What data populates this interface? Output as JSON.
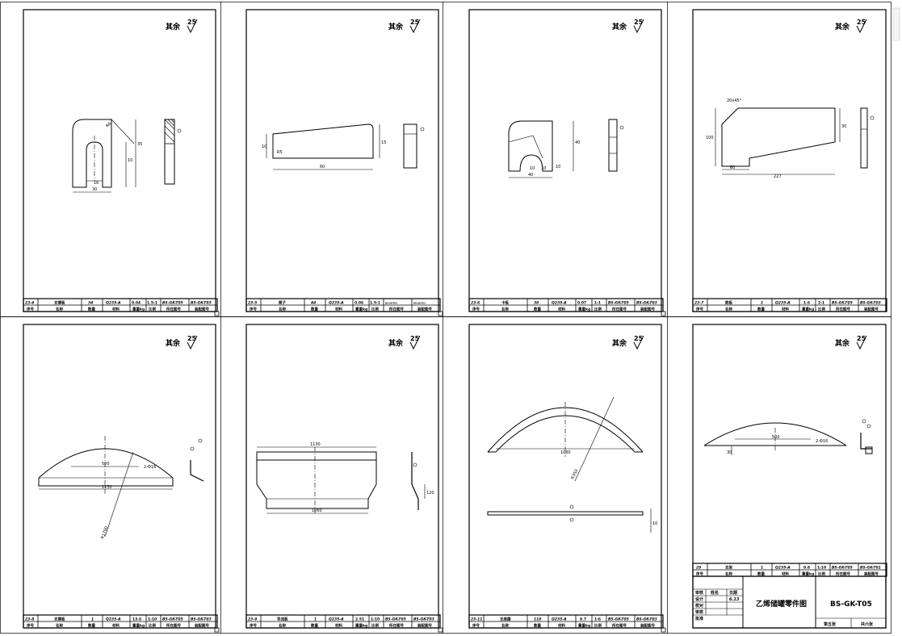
{
  "common": {
    "roughness_label": "其余",
    "roughness_value": "25",
    "header_labels": [
      "序号",
      "名称",
      "数量",
      "材料",
      "重量kg",
      "比例",
      "所在图号",
      "装配图号"
    ]
  },
  "sheets": [
    {
      "title_row": [
        "23-4",
        "支撑板",
        "34",
        "Q235-A",
        "0.04",
        "1.5:1",
        "BS-GK-T05",
        "BS-GK-T03"
      ],
      "dims": {
        "a": "30",
        "b": "16",
        "c": "35",
        "d": "10",
        "e": "R6"
      }
    },
    {
      "title_row": [
        "23-5",
        "楔子",
        "44",
        "Q235-A",
        "0.06",
        "1.5:1",
        "BS-GK-T05",
        "BS-GK-T03"
      ],
      "dims": {
        "a": "60",
        "b": "10",
        "c": "15",
        "d": "R5"
      }
    },
    {
      "title_row": [
        "23-6",
        "卡板",
        "30",
        "Q235-A",
        "0.07",
        "1:1",
        "BS-GK-T05",
        "BS-GK-T03"
      ],
      "dims": {
        "a": "40",
        "b": "40",
        "c": "10",
        "d": "10",
        "e": "10"
      }
    },
    {
      "title_row": [
        "23-7",
        "筋板",
        "1",
        "Q235-A",
        "1.6",
        "2:1",
        "BS-GK-T05",
        "BS-GK-T03"
      ],
      "dims": {
        "a": "227",
        "b": "60",
        "c": "20x45°",
        "d": "100",
        "e": "30"
      }
    },
    {
      "title_row": [
        "23-8",
        "支撑板",
        "1",
        "Q235-A",
        "13.6",
        "1:10",
        "BS-GK-T05",
        "BS-GK-T03"
      ],
      "dims": {
        "a": "1130",
        "b": "500",
        "c": "2-Φ16",
        "d": "R1790"
      }
    },
    {
      "title_row": [
        "23-9",
        "导流板",
        "1",
        "Q235-A",
        "2.51",
        "1:10",
        "BS-GK-T05",
        "BS-GK-T03"
      ],
      "dims": {
        "a": "1130",
        "b": "1060",
        "c": "120"
      }
    },
    {
      "title_row": [
        "23-11",
        "支座圈",
        "110",
        "Q235-A",
        "9.7",
        "1:6",
        "BS-GK-T05",
        "BS-GK-T03"
      ],
      "dims": {
        "a": "1060",
        "b": "R350",
        "c": "10"
      }
    },
    {
      "title_row": [
        "29",
        "支架",
        "1",
        "Q235-A",
        "9.8",
        "1:10",
        "BS-GK-T05",
        "BS-GK-T01"
      ],
      "dims": {
        "a": "500",
        "b": "2-Φ16",
        "c": "30"
      }
    }
  ],
  "final_block": {
    "design_labels": [
      "审核",
      "设计",
      "校对",
      "审核",
      "批准"
    ],
    "col_labels": [
      "姓名",
      "日期"
    ],
    "date": "6.13",
    "drawing_title": "乙烯储罐零件图",
    "drawing_number": "BS-GK-T05",
    "sheet_no": "第五张",
    "total_sheets": "共六张"
  }
}
